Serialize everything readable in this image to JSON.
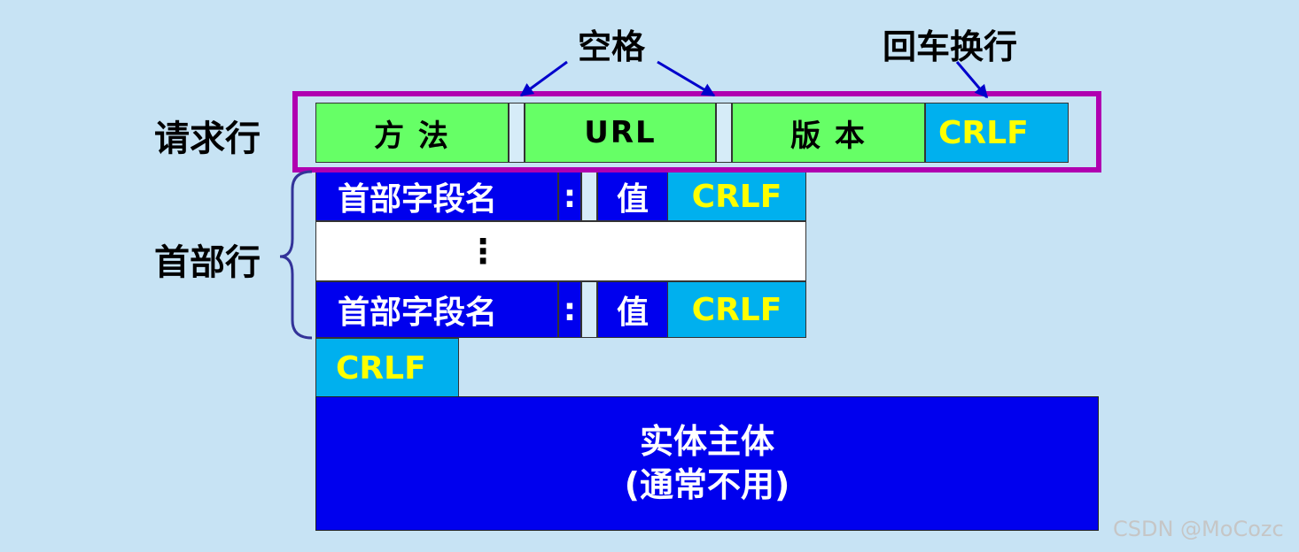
{
  "annotations": {
    "space": "空格",
    "crlf_label": "回车换行"
  },
  "request_line": {
    "label": "请求行",
    "method": "方 法",
    "url": "URL",
    "version": "版 本",
    "crlf": "CRLF"
  },
  "header_lines": {
    "label": "首部行",
    "rows": [
      {
        "field_name": "首部字段名",
        "colon": ":",
        "value": "值",
        "crlf": "CRLF"
      },
      {
        "field_name": "首部字段名",
        "colon": ":",
        "value": "值",
        "crlf": "CRLF"
      }
    ],
    "ellipsis": "⋮"
  },
  "blank_line": {
    "crlf": "CRLF"
  },
  "entity_body": {
    "line1": "实体主体",
    "line2": "(通常不用)"
  },
  "watermark": "CSDN @MoCozc",
  "colors": {
    "background": "#c7e3f4",
    "green": "#66ff66",
    "cyan": "#00b0ee",
    "blue": "#0000ee",
    "highlight": "#b000b0",
    "arrow": "#0000cc",
    "crlf_text": "#ffff00"
  }
}
